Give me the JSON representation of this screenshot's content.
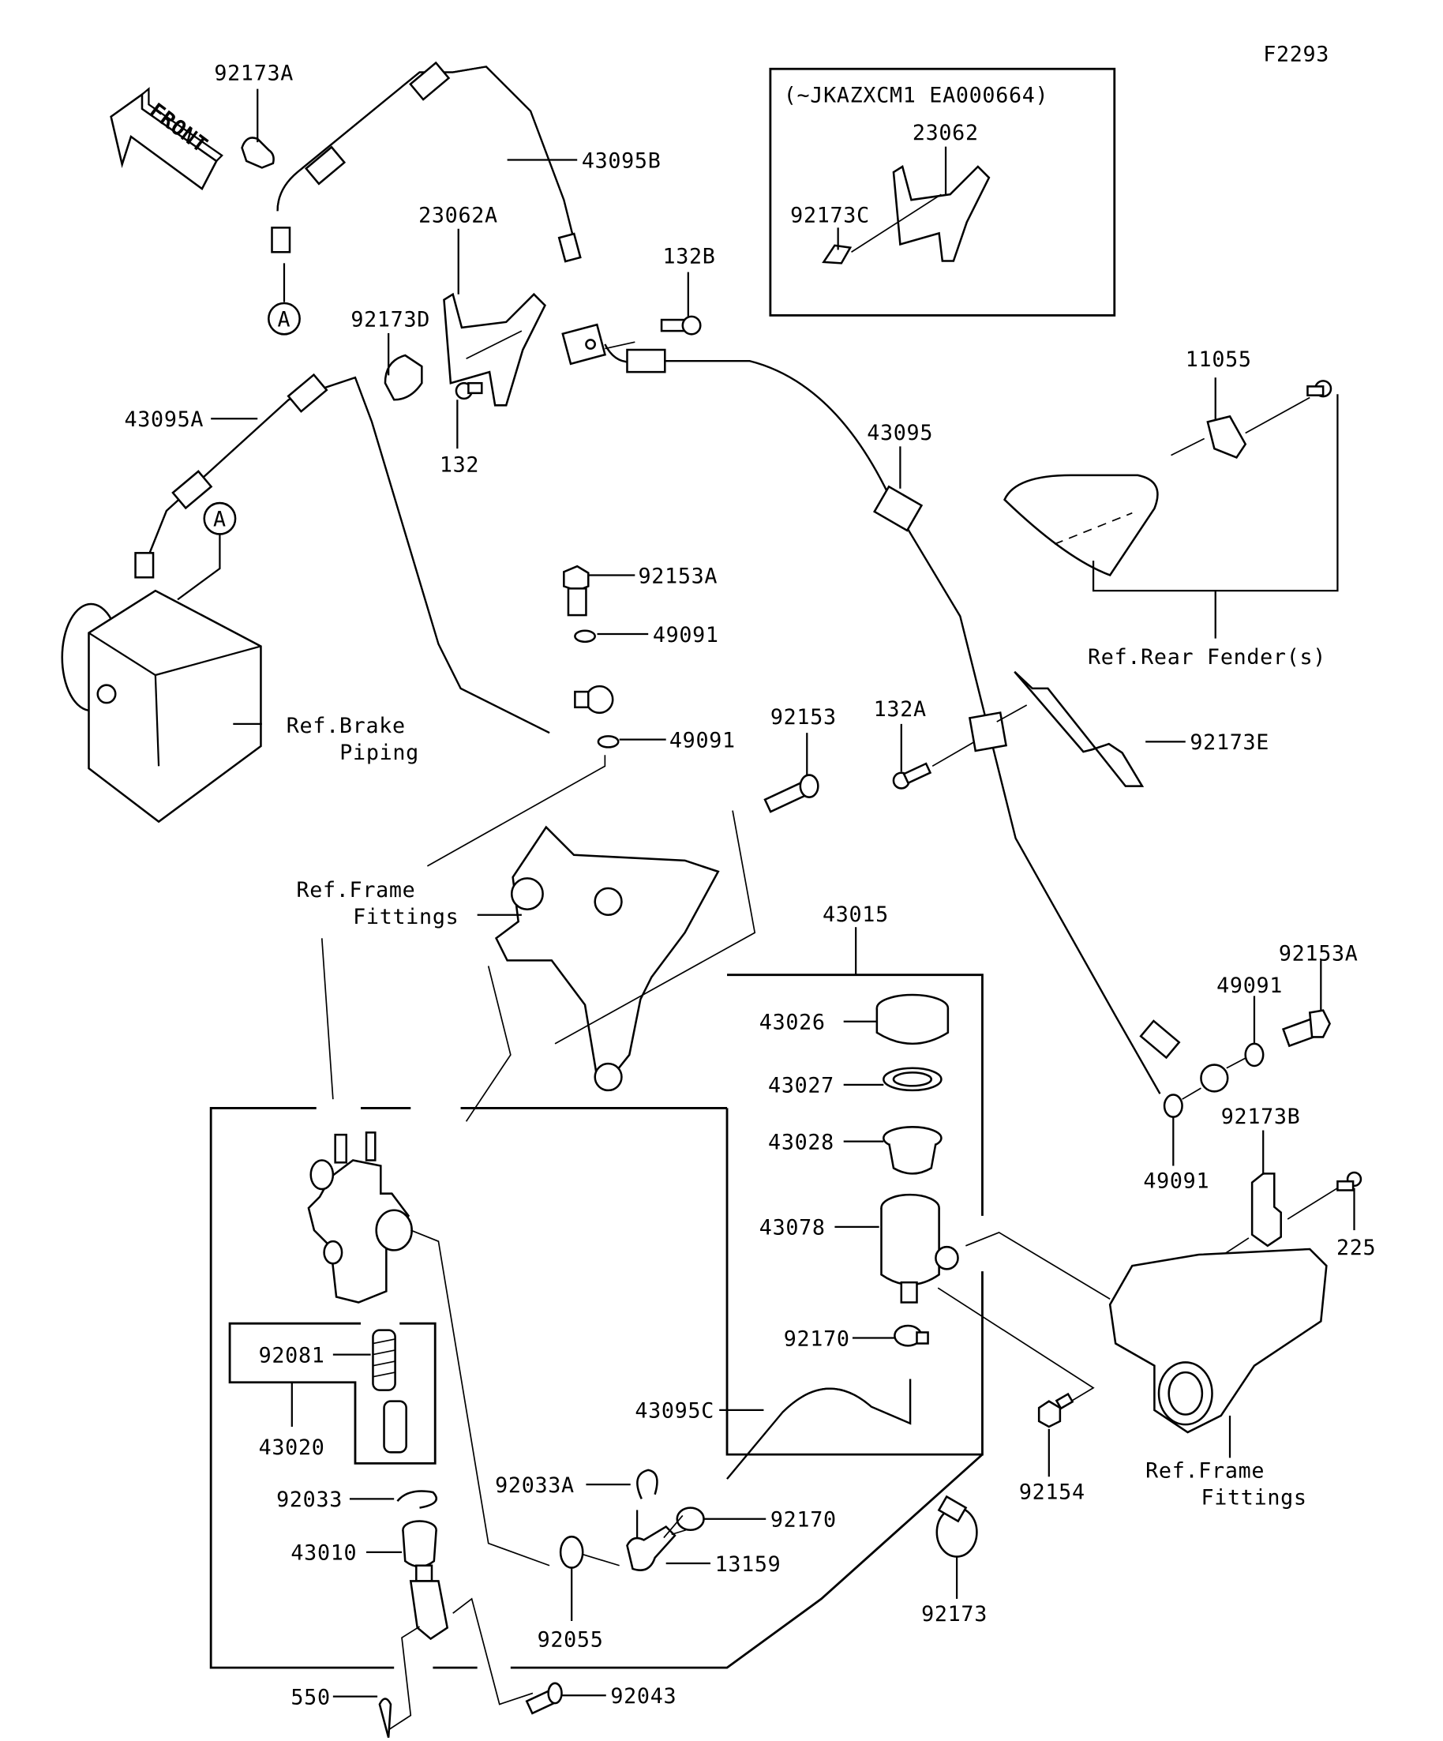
{
  "diagram": {
    "figure_code": "F2293",
    "direction_label": "FRONT",
    "inset_label": "(~JKAZXCM1 EA000664)",
    "connector_ref": "A",
    "parts": {
      "p92173A": "92173A",
      "p43095B": "43095B",
      "p23062A": "23062A",
      "p132B": "132B",
      "p92173D": "92173D",
      "p132": "132",
      "p43095A": "43095A",
      "p23062": "23062",
      "p92173C": "92173C",
      "p11055": "11055",
      "p43095": "43095",
      "p92153A_top": "92153A",
      "p49091_top": "49091",
      "p49091_mid": "49091",
      "p92153": "92153",
      "p132A": "132A",
      "p92173E": "92173E",
      "p43015": "43015",
      "p43026": "43026",
      "p43027": "43027",
      "p43028": "43028",
      "p43078": "43078",
      "p92153A_right": "92153A",
      "p49091_right_top": "49091",
      "p49091_right_bot": "49091",
      "p92173B": "92173B",
      "p225": "225",
      "p92170_top": "92170",
      "p43095C": "43095C",
      "p92154": "92154",
      "p92081": "92081",
      "p43020": "43020",
      "p92033": "92033",
      "p92033A": "92033A",
      "p92170_bot": "92170",
      "p13159": "13159",
      "p43010": "43010",
      "p92055": "92055",
      "p92173": "92173",
      "p550": "550",
      "p92043": "92043"
    },
    "refs": {
      "brake_piping_1": "Ref.Brake",
      "brake_piping_2": "Piping",
      "frame_fittings_left_1": "Ref.Frame",
      "frame_fittings_left_2": "Fittings",
      "rear_fender": "Ref.Rear Fender(s)",
      "frame_fittings_right_1": "Ref.Frame",
      "frame_fittings_right_2": "Fittings"
    }
  }
}
